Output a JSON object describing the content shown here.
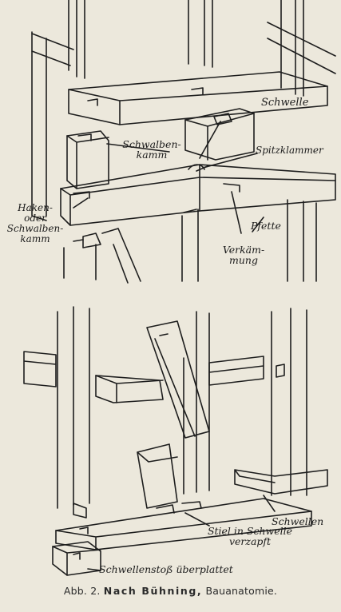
{
  "labels": {
    "schwelle": "Schwelle",
    "schwalbenkamm_1": "Schwalben-",
    "schwalbenkamm_2": "kamm",
    "spitzklammer": "Spitzklammer",
    "haken_1": "Haken-",
    "haken_2": "oder",
    "haken_3": "Schwalben-",
    "haken_4": "kamm",
    "pfette": "Pfette",
    "verkaemmung_1": "Verkäm-",
    "verkaemmung_2": "mung",
    "schwellen": "Schwellen",
    "stiel_1": "Stiel in Schwelle",
    "stiel_2": "verzapft",
    "schwellenstoss": "Schwellenstoß überplattet"
  },
  "caption": {
    "prefix": "Abb. 2.",
    "author": "Nach Bühning,",
    "source": "Bauanatomie."
  }
}
